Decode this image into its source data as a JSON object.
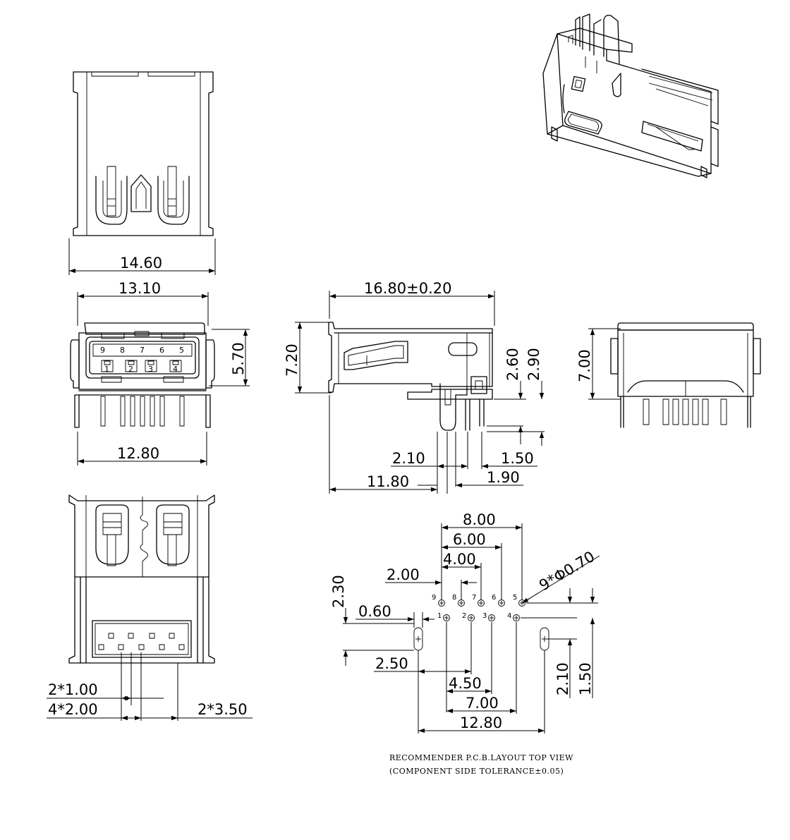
{
  "dimensions": {
    "top_width": "14.60",
    "front_width_top": "13.10",
    "front_height": "5.70",
    "front_width_bottom": "12.80",
    "side_length": "16.80±0.20",
    "side_height": "7.20",
    "side_pin_h1": "2.60",
    "side_pin_h2": "2.90",
    "side_2_10": "2.10",
    "side_1_50": "1.50",
    "side_11_80": "11.80",
    "side_1_90": "1.90",
    "rear_height": "7.00",
    "bottom_2x1_00": "2*1.00",
    "bottom_4x2_00": "4*2.00",
    "bottom_2x3_50": "2*3.50",
    "pcb_8_00": "8.00",
    "pcb_6_00": "6.00",
    "pcb_4_00": "4.00",
    "pcb_2_00": "2.00",
    "pcb_hole": "9*Φ0.70",
    "pcb_2_30": "2.30",
    "pcb_0_60": "0.60",
    "pcb_2_50": "2.50",
    "pcb_4_50": "4.50",
    "pcb_7_00": "7.00",
    "pcb_12_80": "12.80",
    "pcb_2_10": "2.10",
    "pcb_1_50": "1.50"
  },
  "pins": {
    "upper": [
      "9",
      "8",
      "7",
      "6",
      "5"
    ],
    "lower": [
      "1",
      "2",
      "3",
      "4"
    ]
  },
  "notes": {
    "line1": "RECOMMENDER P.C.B.LAYOUT TOP VIEW",
    "line2": "(COMPONENT SIDE TOLERANCE±0.05)"
  }
}
